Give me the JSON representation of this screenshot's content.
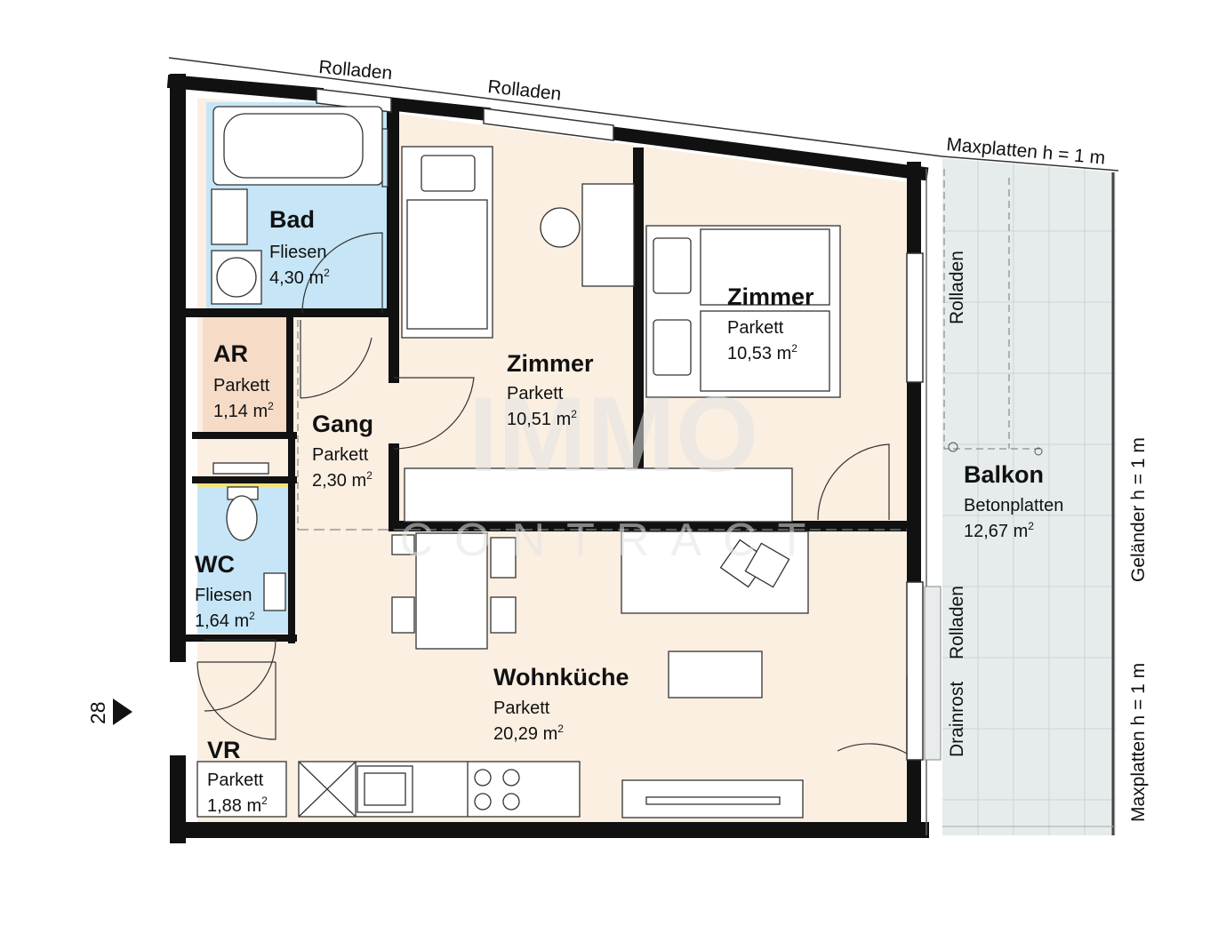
{
  "colors": {
    "floor": "#fbefe2",
    "tiles": "#c6e6f7",
    "balcony": "#e6ebec",
    "wall": "#111111",
    "ar_dots": "#d9a882"
  },
  "watermark": {
    "line1": "IMMO",
    "line2": "CONTRACT"
  },
  "rooms": {
    "bad": {
      "name": "Bad",
      "floor": "Fliesen",
      "area": "4,30 m"
    },
    "ar": {
      "name": "AR",
      "floor": "Parkett",
      "area": "1,14 m"
    },
    "gang": {
      "name": "Gang",
      "floor": "Parkett",
      "area": "2,30 m"
    },
    "wc": {
      "name": "WC",
      "floor": "Fliesen",
      "area": "1,64 m"
    },
    "vr": {
      "name": "VR",
      "floor": "Parkett",
      "area": "1,88 m"
    },
    "zimmer1": {
      "name": "Zimmer",
      "floor": "Parkett",
      "area": "10,51 m"
    },
    "zimmer2": {
      "name": "Zimmer",
      "floor": "Parkett",
      "area": "10,53 m"
    },
    "wohn": {
      "name": "Wohnküche",
      "floor": "Parkett",
      "area": "20,29 m"
    },
    "balkon": {
      "name": "Balkon",
      "floor": "Betonplatten",
      "area": "12,67 m"
    }
  },
  "sup": "2",
  "labels": {
    "rolladen_1": "Rolladen",
    "rolladen_2": "Rolladen",
    "rolladen_3": "Rolladen",
    "rolladen_4": "Rolladen",
    "maxplatten_top": "Maxplatten h = 1 m",
    "maxplatten_right": "Maxplatten h = 1 m",
    "gelaender": "Geländer h = 1 m",
    "drainrost": "Drainrost",
    "unit_number": "28"
  }
}
